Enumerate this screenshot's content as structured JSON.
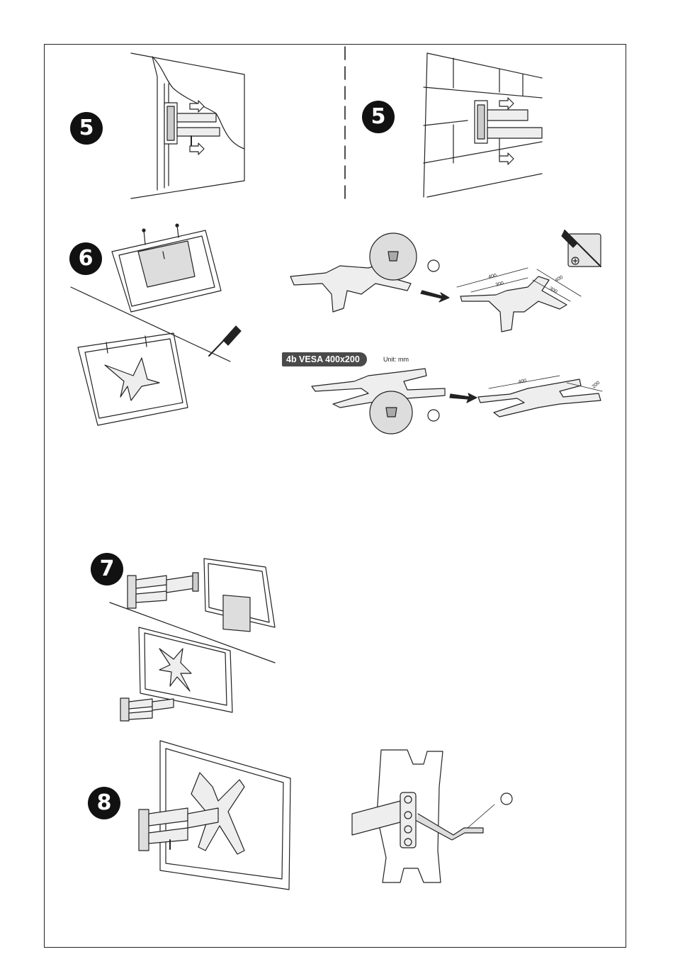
{
  "steps": {
    "step5_left": "5",
    "step5_right": "5",
    "step6": "6",
    "step7": "7",
    "step8": "8"
  },
  "vesa_option": {
    "label": "4b VESA 400x200",
    "unit": "Unit: mm"
  },
  "dimensions_a": {
    "d1": "400",
    "d2": "300",
    "d3": "400",
    "d4": "300"
  },
  "dimensions_b": {
    "d1": "400",
    "d2": "200"
  },
  "icons": [
    "screwdriver-icon",
    "phillips-head-icon",
    "arrow-right-icon"
  ],
  "colors": {
    "ink": "#222222",
    "badge": "#111111",
    "tag": "#4a4a4a"
  }
}
